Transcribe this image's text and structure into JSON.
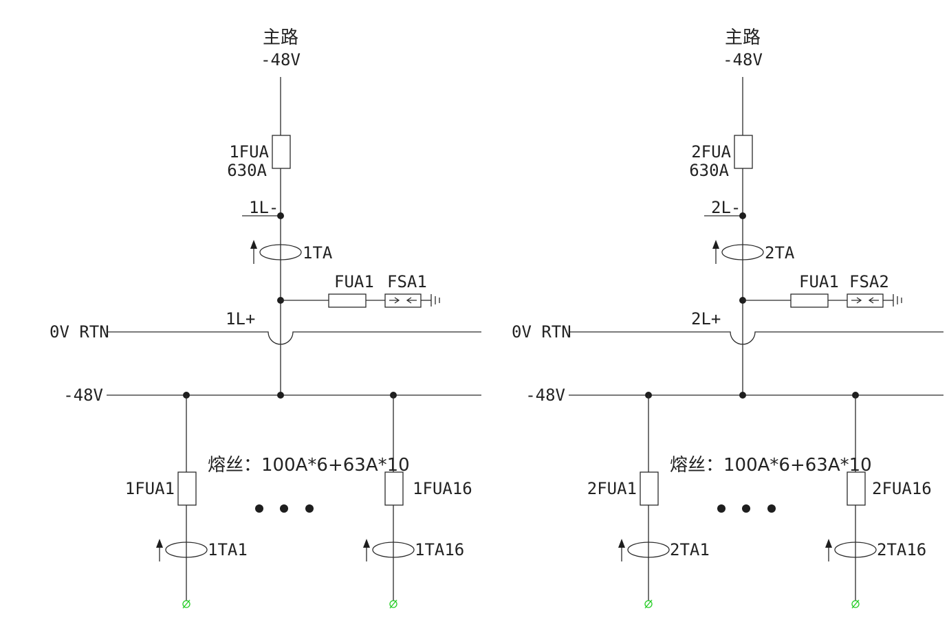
{
  "colors": {
    "line": "#2a2a2a",
    "terminal": "#22cc22",
    "background": "#ffffff"
  },
  "panels": [
    {
      "source_title": "主路",
      "source_voltage": "-48V",
      "main_fuse": "1FUA",
      "main_fuse_rating": "630A",
      "neg_node": "1L-",
      "main_ct": "1TA",
      "branch_fuse": "FUA1",
      "surge": "FSA1",
      "pos_node": "1L+",
      "rtn_bus": "0V RTN",
      "neg_bus": "-48V",
      "fuse_note": "熔丝：100A*6+63A*10",
      "first_fuse": "1FUA1",
      "last_fuse": "1FUA16",
      "first_ct": "1TA1",
      "last_ct": "1TA16"
    },
    {
      "source_title": "主路",
      "source_voltage": "-48V",
      "main_fuse": "2FUA",
      "main_fuse_rating": "630A",
      "neg_node": "2L-",
      "main_ct": "2TA",
      "branch_fuse": "FUA1",
      "surge": "FSA2",
      "pos_node": "2L+",
      "rtn_bus": "0V RTN",
      "neg_bus": "-48V",
      "fuse_note": "熔丝：100A*6+63A*10",
      "first_fuse": "2FUA1",
      "last_fuse": "2FUA16",
      "first_ct": "2TA1",
      "last_ct": "2TA16"
    }
  ]
}
